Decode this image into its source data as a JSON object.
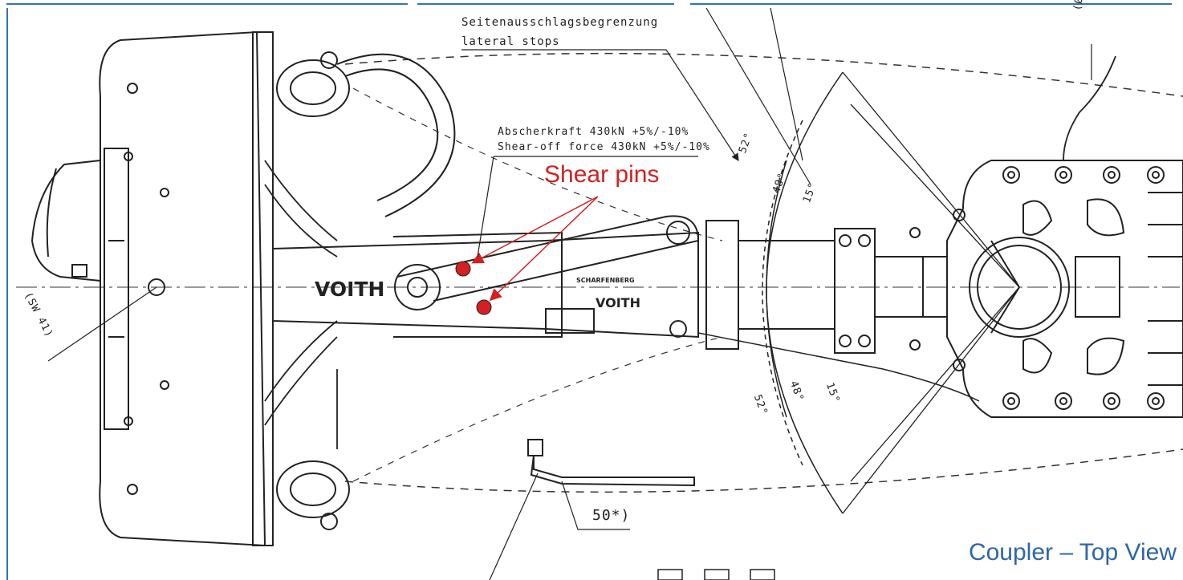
{
  "annotations": {
    "lateral_stops_de": "Seitenausschlagsbegrenzung",
    "lateral_stops_en": "lateral stops",
    "shear_force_de": "Abscherkraft 430kN +5%/-10%",
    "shear_force_en": "Shear-off force 430kN +5%/-10%",
    "shear_pins": "Shear pins",
    "wrench_size": "50*)",
    "sw_left": "(SW 41)",
    "diameter_mark": "(Ø"
  },
  "brand": {
    "main": "VOITH",
    "secondary": "VOITH",
    "small": "SCHARFENBERG"
  },
  "angles": {
    "upper": [
      "52°",
      "48°",
      "15°"
    ],
    "lower": [
      "52°",
      "48°",
      "15°"
    ]
  },
  "caption": "Coupler – Top View",
  "colors": {
    "accent_frame": "#2e75b6",
    "highlight": "#d42020",
    "caption": "#2e66a8"
  }
}
